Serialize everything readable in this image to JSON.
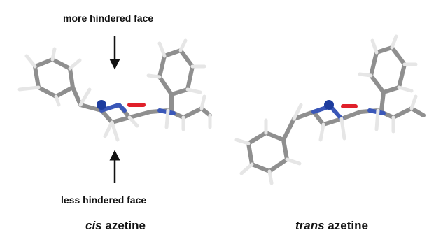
{
  "annotations": {
    "top": "more hindered face",
    "bottom": "less hindered face"
  },
  "captions": {
    "left": {
      "italic": "cis",
      "rest": " azetine"
    },
    "right": {
      "italic": "trans",
      "rest": " azetine"
    }
  },
  "colors": {
    "carbon": "#9a9a9a",
    "hydrogen": "#e6e6e6",
    "nitrogen": "#3a57b8",
    "oxygen": "#e0202a",
    "metal": "#1d3c9e",
    "arrow": "#111111"
  }
}
